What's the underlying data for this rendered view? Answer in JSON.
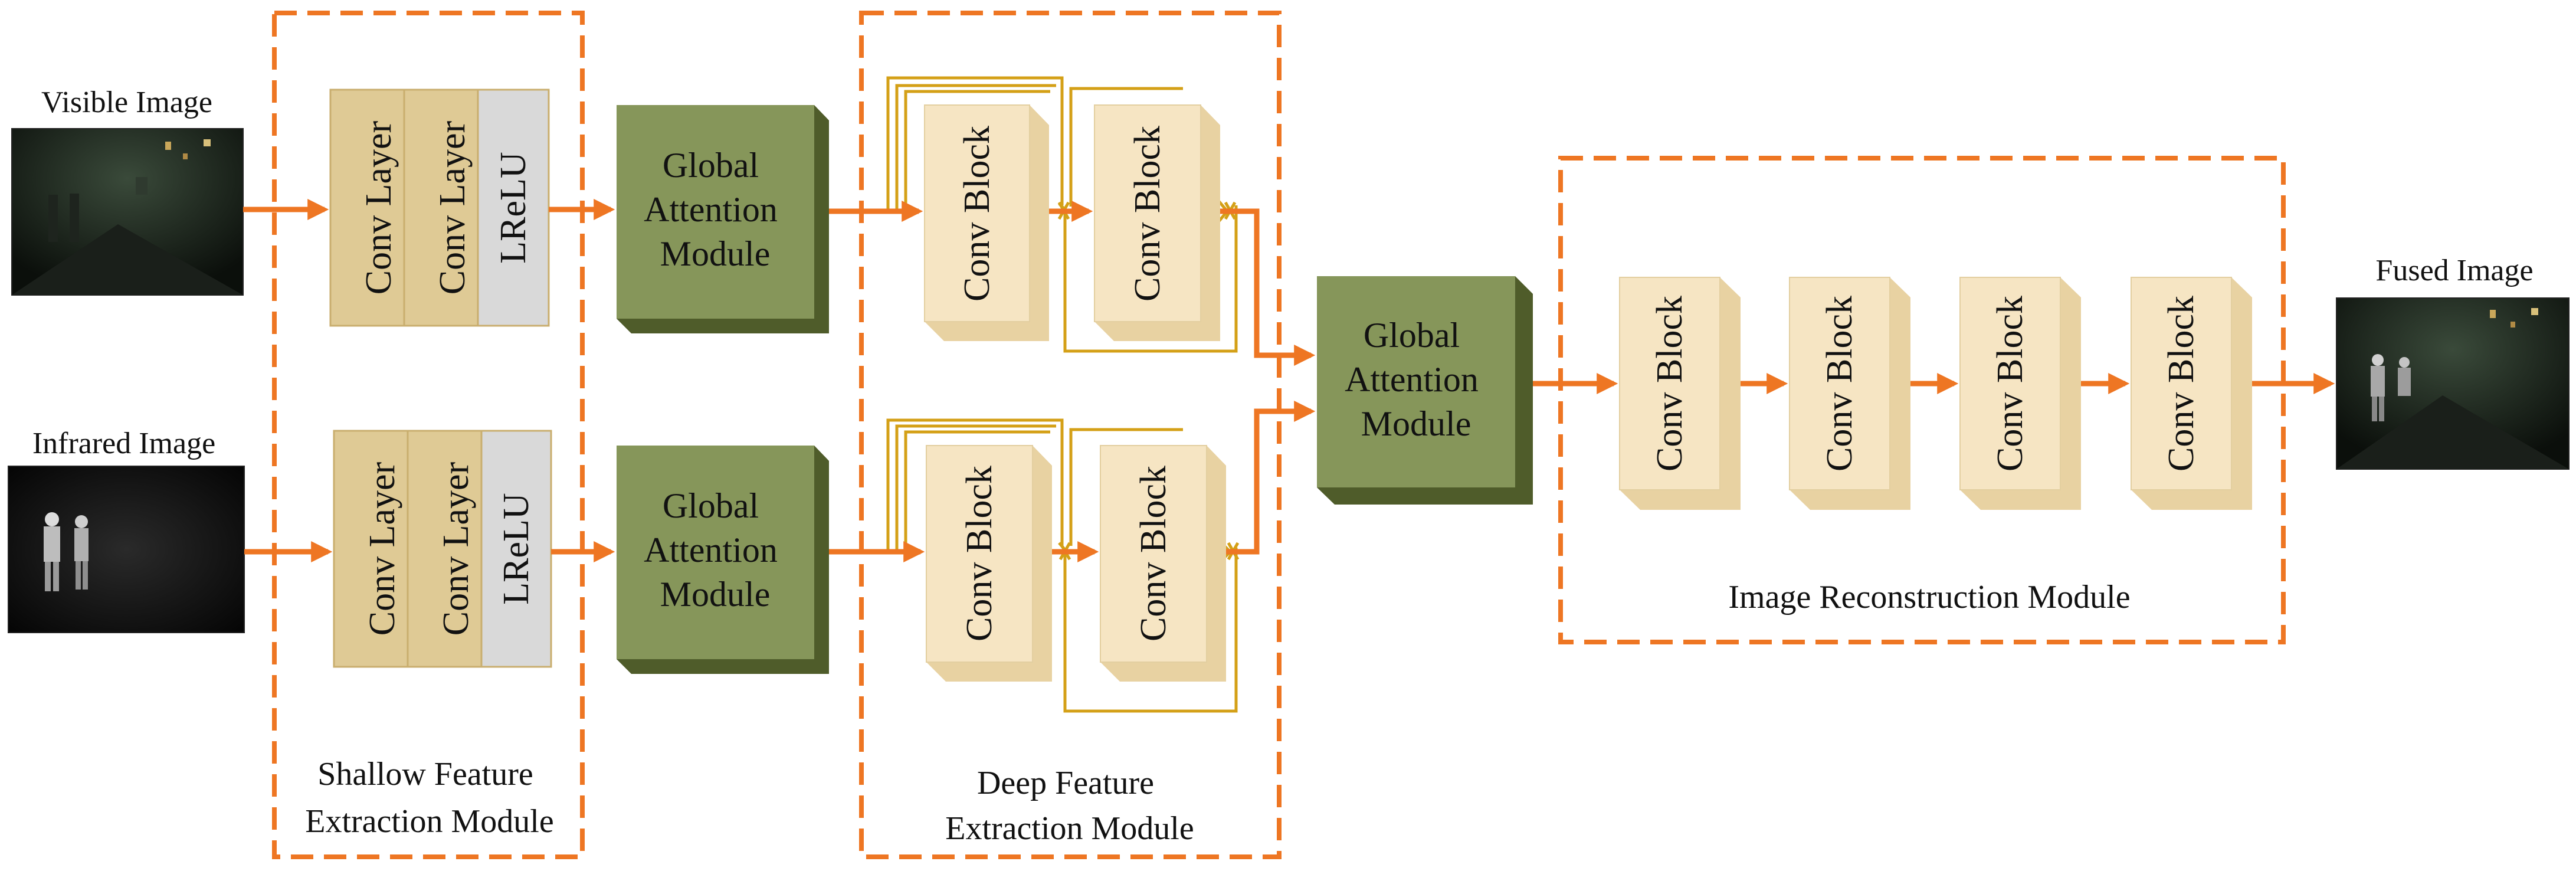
{
  "inputs": {
    "visible_label": "Visible Image",
    "infrared_label": "Infrared Image"
  },
  "output": {
    "fused_label": "Fused Image"
  },
  "shallow": {
    "caption_line1": "Shallow Feature",
    "caption_line2": "Extraction Module",
    "conv_layer": "Conv Layer",
    "activation": "LReLU"
  },
  "attention": {
    "line1": "Global",
    "line2": "Attention",
    "line3": "Module"
  },
  "deep": {
    "caption_line1": "Deep Feature",
    "caption_line2": "Extraction Module",
    "conv_block": "Conv Block"
  },
  "reconstruction": {
    "caption": "Image Reconstruction Module",
    "conv_block": "Conv Block"
  },
  "colors": {
    "orange_arrow": "#EE7623",
    "dashed_border": "#EE7623",
    "conv_layer_fill": "#DFCA95",
    "lrelu_fill": "#D9D9D9",
    "attention_fill": "#86965A",
    "conv_block_fill": "#F6E5C3",
    "skip_line": "#D4A017"
  }
}
